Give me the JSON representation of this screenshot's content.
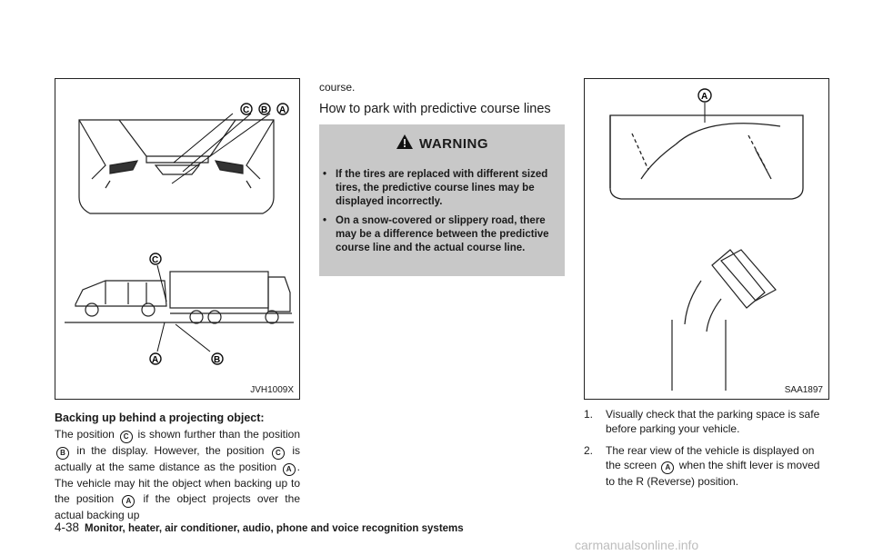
{
  "left": {
    "fig_code": "JVH1009X",
    "heading": "Backing up behind a projecting object:",
    "para": [
      {
        "t": "The position "
      },
      {
        "m": "C"
      },
      {
        "t": " is shown further than the position "
      },
      {
        "m": "B"
      },
      {
        "t": " in the display. However, the position "
      },
      {
        "m": "C"
      },
      {
        "t": " is actually at the same distance as the position "
      },
      {
        "m": "A"
      },
      {
        "t": ". The vehicle may hit the object when backing up to the position "
      },
      {
        "m": "A"
      },
      {
        "t": " if the object projects over the actual backing up"
      }
    ]
  },
  "middle": {
    "cont": "course.",
    "heading": "How to park with predictive course lines",
    "warning_title": "WARNING",
    "warnings": [
      "If the tires are replaced with different sized tires, the predictive course lines may be displayed incorrectly.",
      "On a snow-covered or slippery road, there may be a difference between the predictive course line and the actual course line."
    ]
  },
  "right": {
    "fig_code": "SAA1897",
    "items": [
      {
        "n": "1.",
        "parts": [
          {
            "t": "Visually check that the parking space is safe before parking your vehicle."
          }
        ]
      },
      {
        "n": "2.",
        "parts": [
          {
            "t": "The rear view of the vehicle is displayed on the screen "
          },
          {
            "m": "A"
          },
          {
            "t": " when the shift lever is moved to the R (Reverse) position."
          }
        ]
      }
    ]
  },
  "labels": {
    "a": "A",
    "b": "B",
    "c": "C"
  },
  "footer": {
    "page": "4-38",
    "title": "Monitor, heater, air conditioner, audio, phone and voice recognition systems"
  },
  "watermark": "carmanualsonline.info"
}
